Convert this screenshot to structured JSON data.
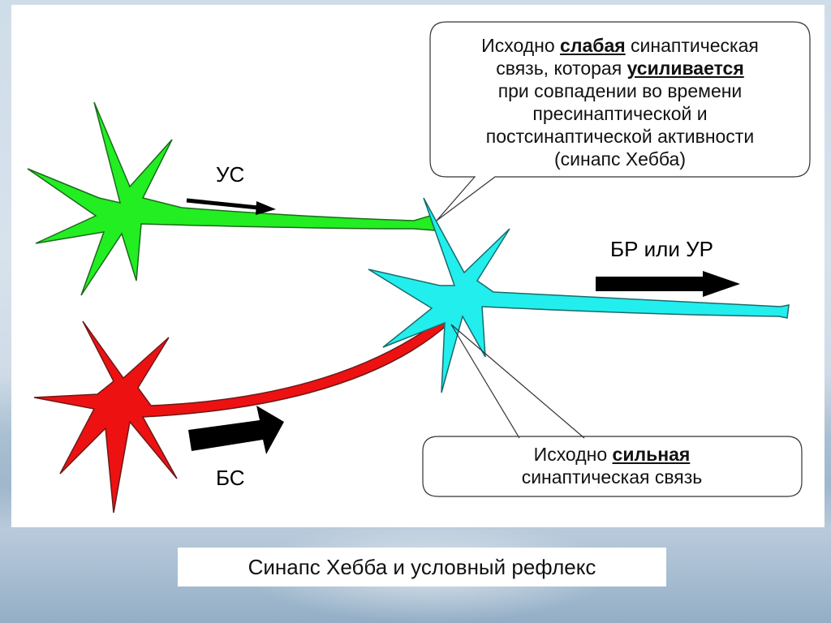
{
  "labels": {
    "us": "УС",
    "bs": "БС",
    "br_ur": "БР или УР"
  },
  "callout_weak": {
    "line1_pre": "Исходно ",
    "line1_bold": "слабая",
    "line1_post": " синаптическая",
    "line2_pre": "связь, которая ",
    "line2_bold": "усиливается",
    "line3": "при совпадении во времени",
    "line4": "пресинаптической и",
    "line5": "постсинаптической активности",
    "line6": "(синапс Хебба)"
  },
  "callout_strong": {
    "line1_pre": "Исходно ",
    "line1_bold": "сильная",
    "line2": "синаптическая связь"
  },
  "caption": "Синапс Хебба и условный рефлекс",
  "colors": {
    "green_neuron": "#22ee22",
    "red_neuron": "#ee1111",
    "cyan_neuron": "#22eeee",
    "arrow": "#000000"
  },
  "icons": [
    "green-neuron",
    "red-neuron",
    "cyan-neuron",
    "arrow-right"
  ]
}
